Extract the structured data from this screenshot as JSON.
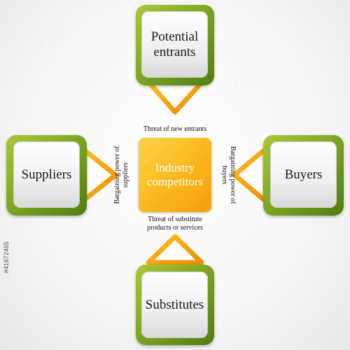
{
  "center": {
    "label": "Industry competitors"
  },
  "nodes": {
    "top": "Potential entrants",
    "left": "Suppliers",
    "right": "Buyers",
    "bottom": "Substitutes"
  },
  "forces": {
    "new_entrants": "Threat of new entrants",
    "suppliers": "Bargaining power of suppliers",
    "buyers": "Bargaining power of buyers",
    "substitutes": "Threat of substitute products or services"
  },
  "stock_id": "#41672465",
  "colors": {
    "green_dark": "#4e7d12",
    "green_light": "#a8c93a",
    "orange": "#f59e0b",
    "orange_stroke": "#f39c12"
  }
}
